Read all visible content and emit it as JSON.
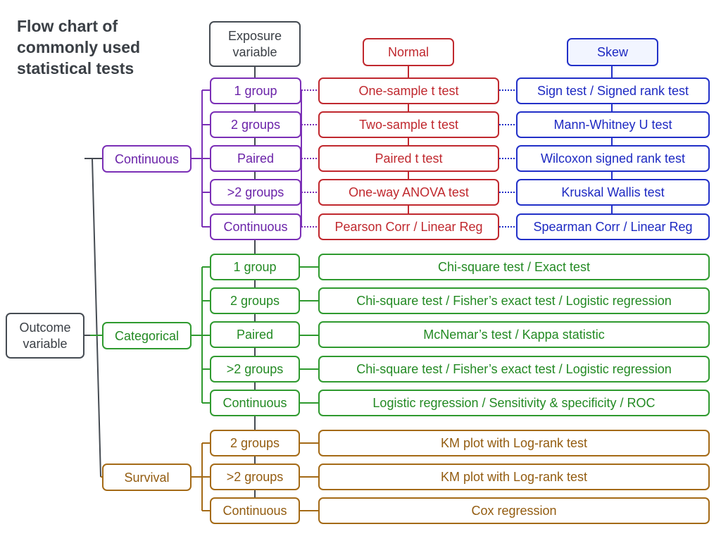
{
  "title": [
    "Flow chart of",
    "commonly used",
    "statistical tests"
  ],
  "exposure": [
    "Exposure",
    "variable"
  ],
  "outcome": [
    "Outcome",
    "variable"
  ],
  "headers": {
    "normal": "Normal",
    "skew": "Skew"
  },
  "continuous_outcome": {
    "label": "Continuous",
    "rows": [
      {
        "exposure": "1 group",
        "normal": "One-sample t test",
        "skew": "Sign test / Signed rank test"
      },
      {
        "exposure": "2 groups",
        "normal": "Two-sample t test",
        "skew": "Mann-Whitney U test"
      },
      {
        "exposure": "Paired",
        "normal": "Paired t test",
        "skew": "Wilcoxon signed rank test"
      },
      {
        "exposure": ">2 groups",
        "normal": "One-way ANOVA test",
        "skew": "Kruskal Wallis test"
      },
      {
        "exposure": "Continuous",
        "normal": "Pearson Corr / Linear Reg",
        "skew": "Spearman Corr / Linear Reg"
      }
    ]
  },
  "categorical_outcome": {
    "label": "Categorical",
    "rows": [
      {
        "exposure": "1 group",
        "test": "Chi-square test / Exact test"
      },
      {
        "exposure": "2 groups",
        "test": "Chi-square test / Fisher’s exact test / Logistic regression"
      },
      {
        "exposure": "Paired",
        "test": "McNemar’s test / Kappa statistic"
      },
      {
        "exposure": ">2 groups",
        "test": "Chi-square test / Fisher’s exact test / Logistic regression"
      },
      {
        "exposure": "Continuous",
        "test": "Logistic regression / Sensitivity & specificity / ROC"
      }
    ]
  },
  "survival_outcome": {
    "label": "Survival",
    "rows": [
      {
        "exposure": "2 groups",
        "test": "KM plot with Log-rank test"
      },
      {
        "exposure": ">2 groups",
        "test": "KM plot with Log-rank test"
      },
      {
        "exposure": "Continuous",
        "test": "Cox regression"
      }
    ]
  },
  "colors": {
    "neutral": "#454b52",
    "continuous": "#7b2fb6",
    "normal": "#c0282e",
    "skew": "#2230c8",
    "categorical": "#2f9a2f",
    "survival": "#a46a16"
  }
}
